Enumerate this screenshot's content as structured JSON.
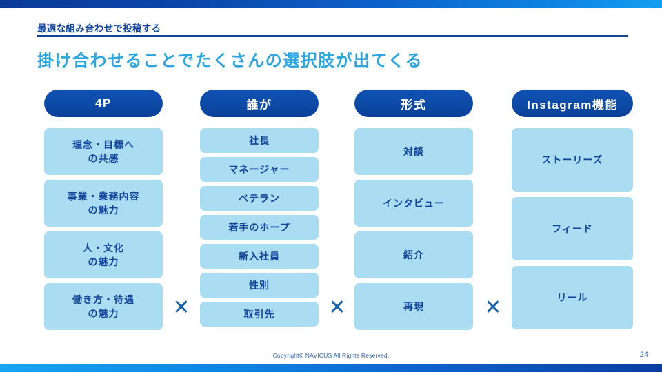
{
  "slide": {
    "kicker": "最適な組み合わせで投稿する",
    "title": "掛け合わせることでたくさんの選択肢が出てくる",
    "copyright": "Copyright© NAVICUS All Rights Reserved.",
    "page_number": "24",
    "operator_symbol": "✕"
  },
  "colors": {
    "header_pill": "#0d4aa6",
    "cell_fill": "#aadcf2",
    "cell_text": "#12449b",
    "title_text": "#2ba6e0",
    "kicker_text": "#12449b",
    "operator": "#1560a8",
    "footer_text": "#2f62b5"
  },
  "matrix": {
    "columns": [
      {
        "header": "4P",
        "items": [
          "理念・目標へ\nの共感",
          "事業・業務内容\nの魅力",
          "人・文化\nの魅力",
          "働き方・待遇\nの魅力"
        ]
      },
      {
        "header": "誰が",
        "items": [
          "社長",
          "マネージャー",
          "ベテラン",
          "若手のホープ",
          "新入社員",
          "性別",
          "取引先"
        ]
      },
      {
        "header": "形式",
        "items": [
          "対談",
          "インタビュー",
          "紹介",
          "再現"
        ]
      },
      {
        "header": "Instagram機能",
        "items": [
          "ストーリーズ",
          "フィード",
          "リール"
        ]
      }
    ],
    "operators": [
      "✕",
      "✕",
      "✕"
    ]
  }
}
